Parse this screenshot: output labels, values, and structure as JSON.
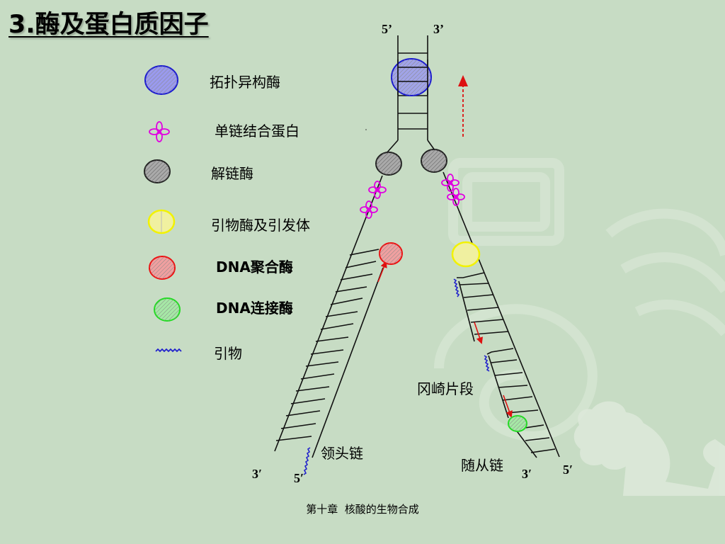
{
  "slide": {
    "title": "3.酶及蛋白质因子",
    "footer": "第十章  核酸的生物合成"
  },
  "legend": {
    "items": [
      {
        "label": "拓扑异构酶",
        "icon": "topoisomerase-icon",
        "color": "#2a2acc"
      },
      {
        "label": "单链结合蛋白",
        "icon": "ssb-icon",
        "color": "#e000e0"
      },
      {
        "label": "解链酶",
        "icon": "helicase-icon",
        "color": "#222222"
      },
      {
        "label": "引物酶及引发体",
        "icon": "primase-icon",
        "color": "#ffff33"
      },
      {
        "label": "DNA聚合酶",
        "icon": "polymerase-icon",
        "color": "#ee2222"
      },
      {
        "label": "DNA连接酶",
        "icon": "ligase-icon",
        "color": "#33dd33"
      },
      {
        "label": "引物",
        "icon": "primer-icon",
        "color": "#2222cc"
      }
    ]
  },
  "diagram": {
    "top_left_end": "5’",
    "top_right_end": "3’",
    "okazaki_label": "冈崎片段",
    "leading_label": "领头链",
    "lagging_label": "随从链",
    "bottom_left_outer": "3′",
    "bottom_left_inner": "5′",
    "bottom_right_inner": "3′",
    "bottom_right_outer": "5′"
  }
}
